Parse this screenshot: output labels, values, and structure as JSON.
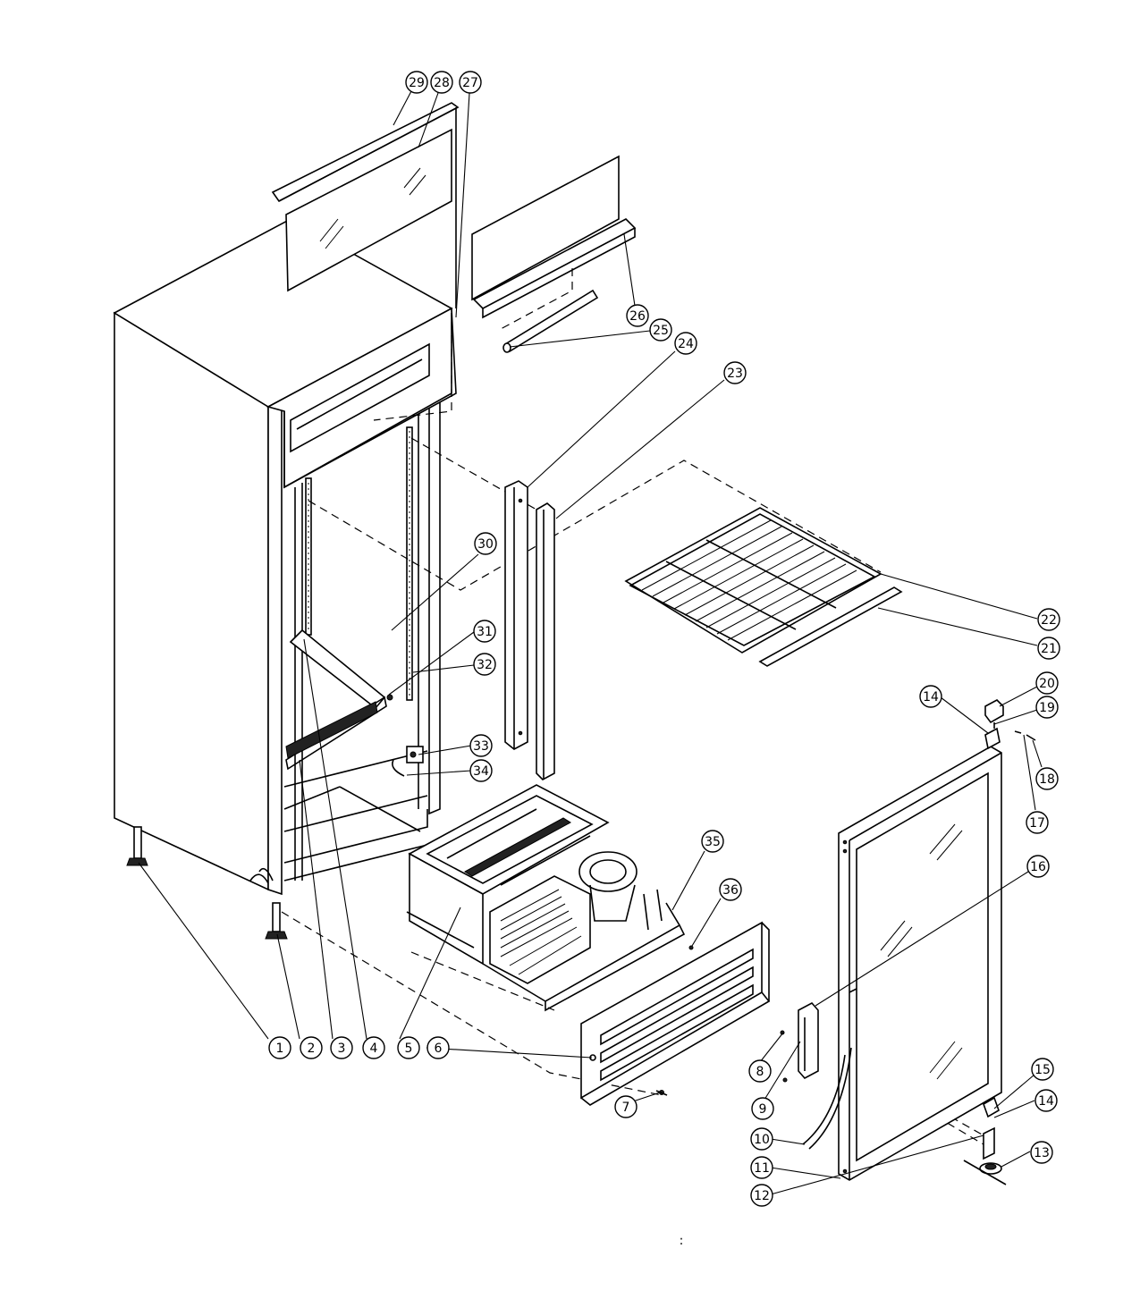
{
  "diagram": {
    "callouts": [
      "1",
      "2",
      "3",
      "4",
      "5",
      "6",
      "7",
      "8",
      "9",
      "10",
      "11",
      "12",
      "13",
      "14",
      "15",
      "16",
      "17",
      "18",
      "19",
      "20",
      "21",
      "22",
      "23",
      "24",
      "25",
      "26",
      "27",
      "28",
      "29",
      "30",
      "31",
      "32",
      "33",
      "34",
      "35",
      "36"
    ],
    "footer_mark": ":"
  }
}
